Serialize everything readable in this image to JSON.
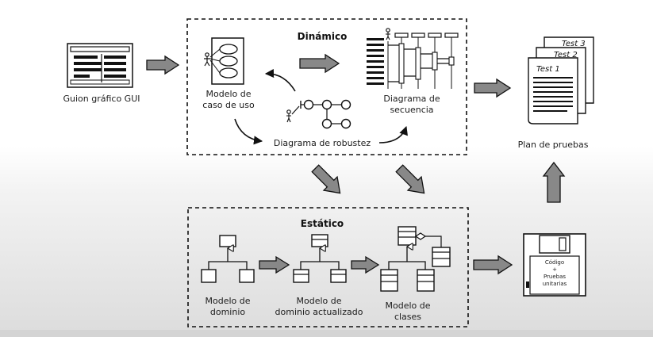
{
  "dynamic": {
    "title": "Dinámico",
    "use_case_label": [
      "Modelo de",
      "caso de uso"
    ],
    "sequence_label": [
      "Diagrama de",
      "secuencia"
    ],
    "robustness_label": "Diagrama de robustez"
  },
  "static": {
    "title": "Estático",
    "domain_label": [
      "Modelo de",
      "dominio"
    ],
    "updated_domain_label": [
      "Modelo de",
      "dominio actualizado"
    ],
    "classes_label": [
      "Modelo de",
      "clases"
    ]
  },
  "gui": {
    "label": "Guion gráfico GUI"
  },
  "test_plan": {
    "label": "Plan de pruebas",
    "tests": [
      "Test 3",
      "Test 2",
      "Test 1"
    ]
  },
  "code_disk": {
    "lines": [
      "Código",
      "+",
      "Pruebas",
      "unitarias"
    ]
  }
}
